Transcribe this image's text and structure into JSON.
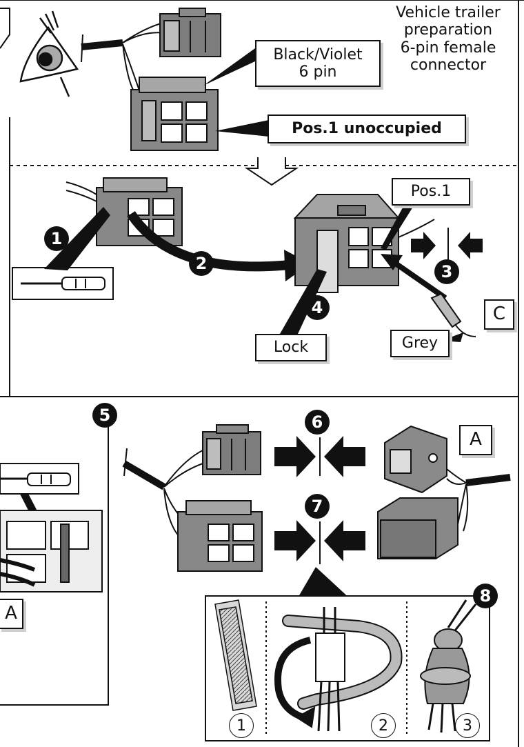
{
  "top_caption": "Vehicle trailer\npreparation\n6-pin female\nconnector",
  "callout_connector": "Black/Violet\n6 pin",
  "callout_position": "Pos.1 unoccupied",
  "label_pos1": "Pos.1",
  "label_lock": "Lock",
  "label_grey": "Grey",
  "label_c": "C",
  "label_a_left": "A",
  "label_a_right": "A",
  "steps": [
    "1",
    "2",
    "3",
    "4",
    "5",
    "6",
    "7",
    "8"
  ],
  "substeps": [
    "1",
    "2",
    "3"
  ]
}
